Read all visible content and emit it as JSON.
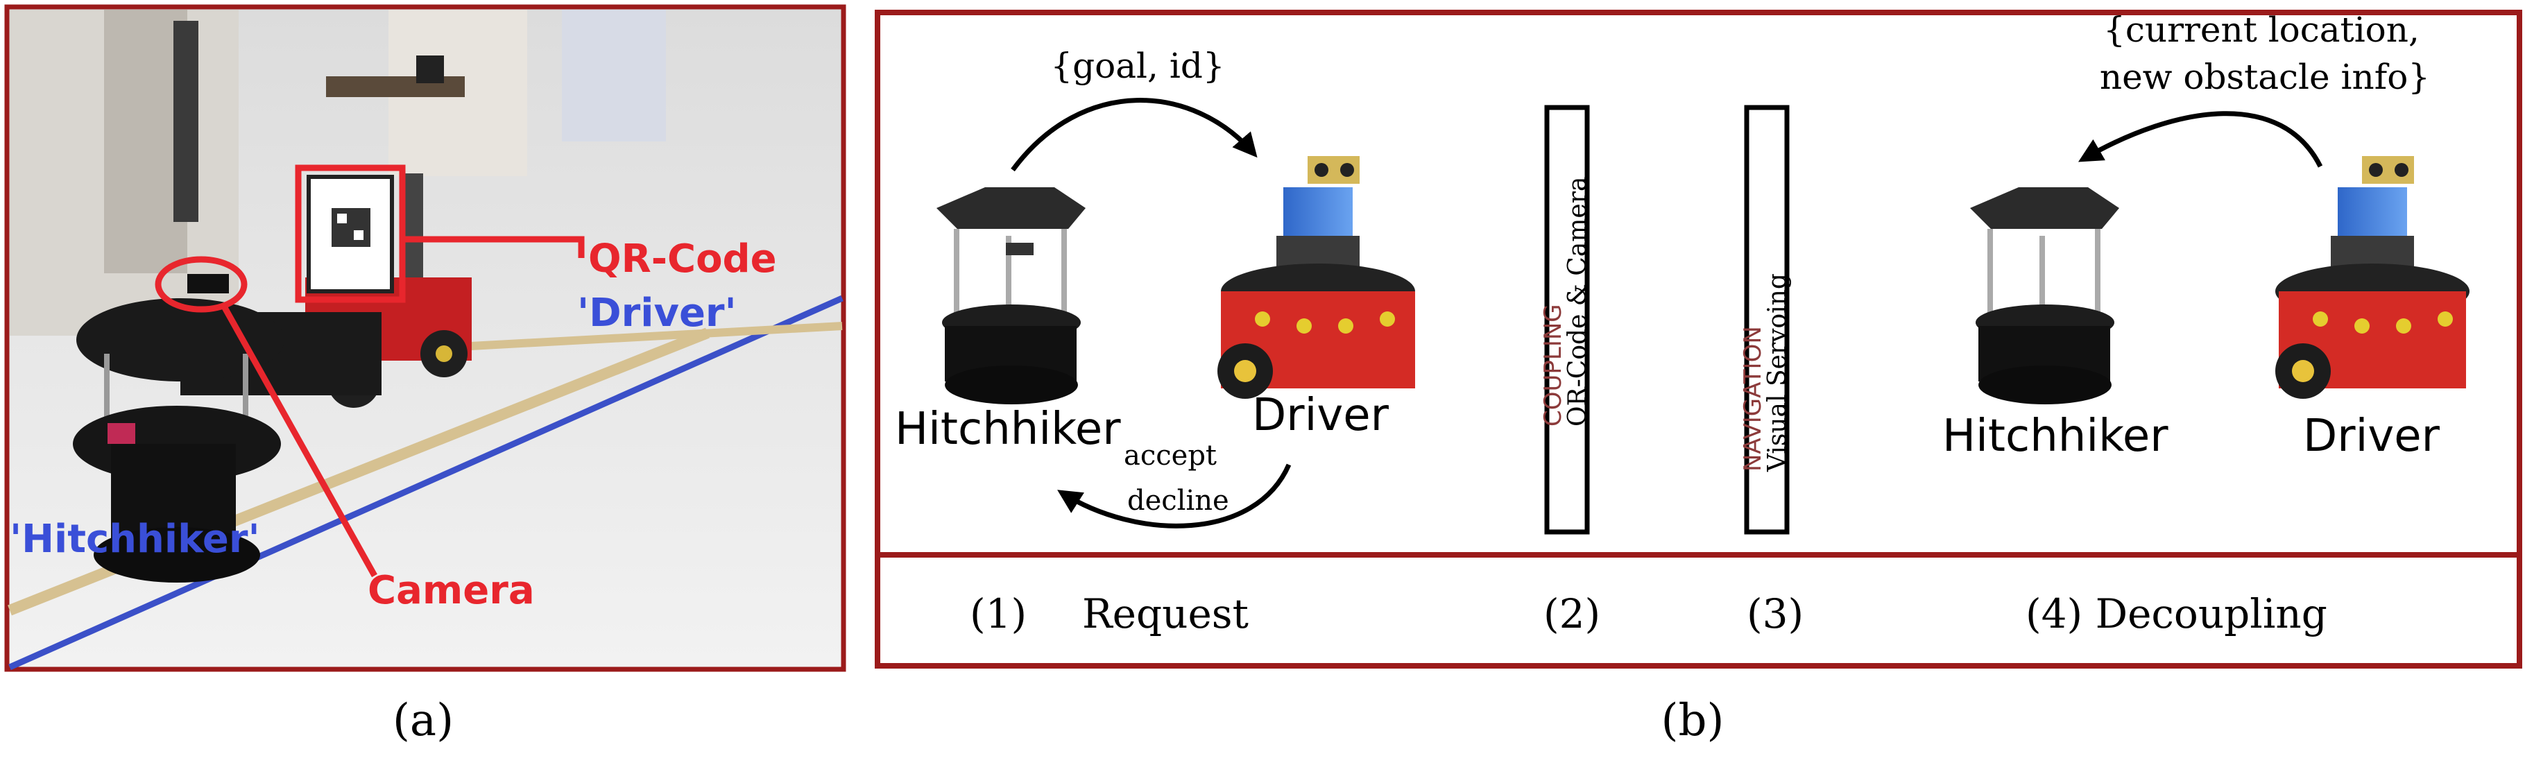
{
  "panel_a": {
    "annotations": {
      "qr_code": "QR-Code",
      "driver": "'Driver'",
      "hitchhiker": "'Hitchhiker'",
      "camera": "Camera"
    },
    "caption": "(a)"
  },
  "panel_b": {
    "request": {
      "outgoing_message": "{goal, id}",
      "hitchhiker_label": "Hitchhiker",
      "driver_label": "Driver",
      "reply_accept": "accept",
      "reply_decline": "decline"
    },
    "coupling": {
      "title": "COUPLING",
      "subtitle": "QR-Code & Camera"
    },
    "navigation": {
      "title": "NAVIGATION",
      "subtitle": "Visual Servoing"
    },
    "decoupling": {
      "message_line1": "{current location,",
      "message_line2": "new obstacle info}",
      "hitchhiker_label": "Hitchhiker",
      "driver_label": "Driver"
    },
    "steps": {
      "step1_num": "(1)",
      "step1_label": "Request",
      "step2_num": "(2)",
      "step3_num": "(3)",
      "step4": "(4) Decoupling"
    },
    "caption": "(b)"
  },
  "colors": {
    "frame": "#9b1b1b",
    "annotation_red": "#e8262d",
    "annotation_blue": "#3a4fd8",
    "stage_title": "#8c3a3a"
  }
}
